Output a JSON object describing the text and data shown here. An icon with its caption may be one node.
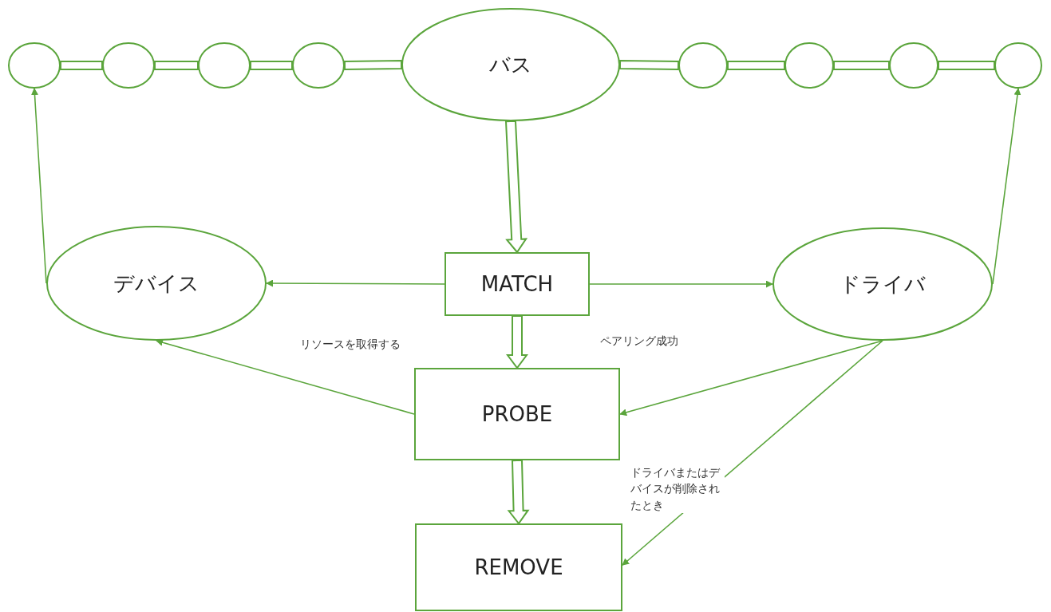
{
  "diagram": {
    "nodes": [
      {
        "text": [],
        "shape": "circle"
      },
      {
        "text": [],
        "shape": "circle"
      },
      {
        "text": [],
        "shape": "circle"
      },
      {
        "text": [],
        "shape": "circle"
      },
      {
        "text": [
          "バス"
        ]
      },
      {
        "text": [],
        "shape": "circle"
      },
      {
        "text": [],
        "shape": "circle"
      },
      {
        "text": [],
        "shape": "circle"
      },
      {
        "text": [],
        "shape": "circle"
      },
      {
        "text": [
          "デバイス"
        ]
      },
      {
        "text": [
          "MATCH"
        ]
      },
      {
        "text": [
          "ドライバ"
        ]
      },
      {
        "text": [
          "PROBE"
        ]
      },
      {
        "text": [
          "REMOVE"
        ]
      }
    ],
    "edges": [
      {
        "from": 0,
        "to": 1,
        "arrow": "none",
        "style": "thick"
      },
      {
        "from": 1,
        "to": 2,
        "arrow": "none",
        "style": "thick"
      },
      {
        "from": 2,
        "to": 3,
        "arrow": "none",
        "style": "thick"
      },
      {
        "from": 3,
        "to": 4,
        "arrow": "none",
        "style": "thick"
      },
      {
        "from": 4,
        "to": 5,
        "arrow": "none",
        "style": "thick"
      },
      {
        "from": 5,
        "to": 6,
        "arrow": "none",
        "style": "thick"
      },
      {
        "from": 6,
        "to": 7,
        "arrow": "none",
        "style": "thick"
      },
      {
        "from": 7,
        "to": 8,
        "arrow": "none",
        "style": "thick"
      },
      {
        "from": 4,
        "to": 10,
        "arrow": "to",
        "style": "thick"
      },
      {
        "from": 10,
        "to": 12,
        "arrow": "to",
        "style": "thick"
      },
      {
        "from": 12,
        "to": 13,
        "arrow": "to",
        "style": "thick"
      },
      {
        "from": 10,
        "to": 9,
        "arrow": "to"
      },
      {
        "from": 10,
        "to": 11,
        "arrow": "to"
      },
      {
        "from": 12,
        "to": 9,
        "arrow": "to",
        "label": "リソースを取得する"
      },
      {
        "from": 11,
        "to": 12,
        "arrow": "to",
        "label": "ペアリング成功"
      },
      {
        "from": 11,
        "to": 13,
        "arrow": "to",
        "label": "ドライバまたはデバイスが削除されたとき"
      },
      {
        "from": 9,
        "to": 0,
        "arrow": "to"
      },
      {
        "from": 11,
        "to": 8,
        "arrow": "to"
      }
    ]
  }
}
